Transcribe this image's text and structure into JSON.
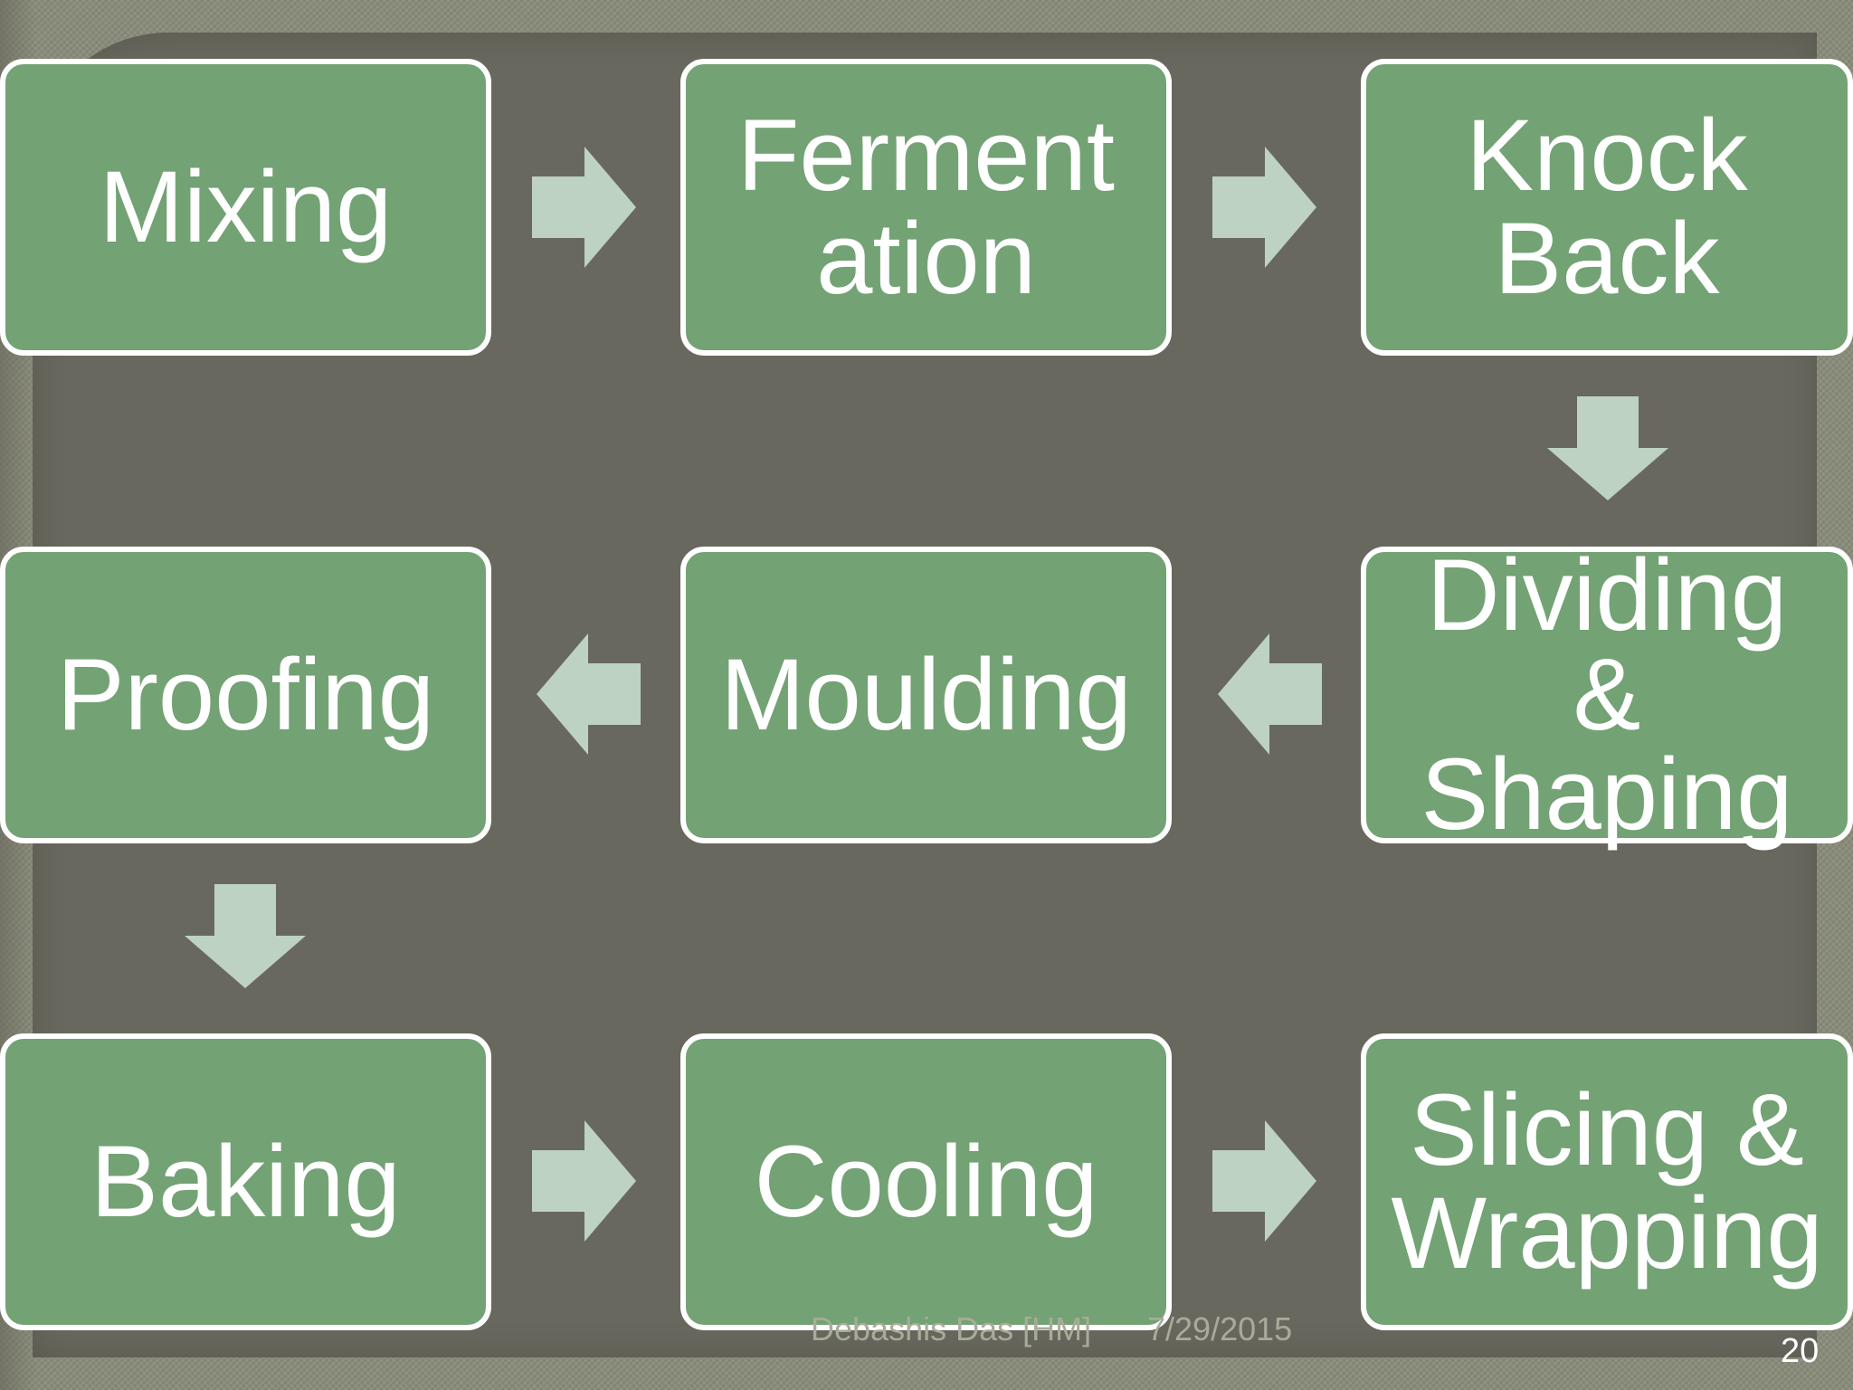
{
  "steps": [
    {
      "label": "Mixing"
    },
    {
      "label": "Ferment\nation"
    },
    {
      "label": "Knock\nBack"
    },
    {
      "label": "Dividing\n&\nShaping"
    },
    {
      "label": "Moulding"
    },
    {
      "label": "Proofing"
    },
    {
      "label": "Baking"
    },
    {
      "label": "Cooling"
    },
    {
      "label": "Slicing &\nWrapping"
    }
  ],
  "footer": {
    "author": "Debashis Das [HM]",
    "date": "7/29/2015",
    "page_number": "20"
  },
  "colors": {
    "box_fill": "#73a274",
    "box_border": "#ffffff",
    "arrow_fill": "#bdd2c2",
    "panel_background": "#68685e",
    "text": "#ffffff"
  }
}
